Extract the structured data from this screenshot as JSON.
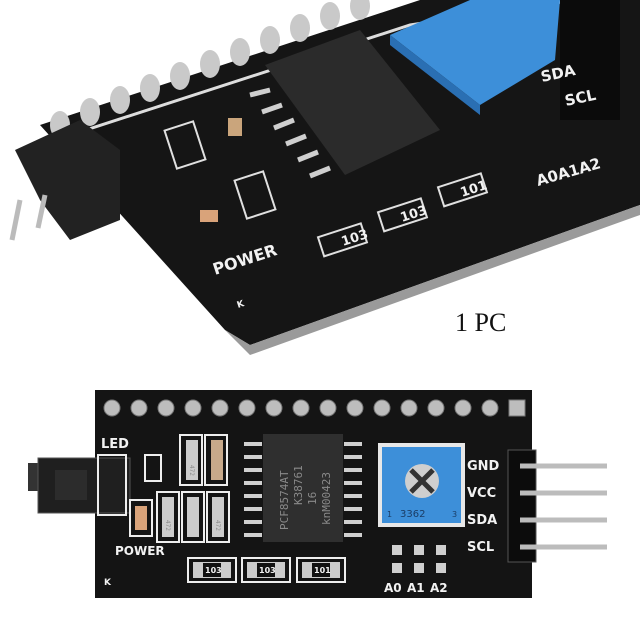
{
  "caption": {
    "quantity": "1 PC"
  },
  "board_top": {
    "labels": {
      "sda": "SDA",
      "scl": "SCL",
      "addr": "A0A1A2",
      "power": "POWER",
      "k": "K",
      "r1": "103",
      "r2": "103",
      "r3": "101"
    }
  },
  "board_bottom": {
    "labels": {
      "led": "LED",
      "power": "POWER",
      "gnd": "GND",
      "vcc": "VCC",
      "sda": "SDA",
      "scl": "SCL",
      "a0": "A0",
      "a1": "A1",
      "a2": "A2",
      "k": "K"
    },
    "chip": {
      "line1": "PCF8574AT",
      "line2": "K38761",
      "line3": "16",
      "line4": "knM00423"
    },
    "pot": {
      "model": "3362",
      "pin1": "1",
      "pin3": "3"
    },
    "resistors": [
      "103",
      "103",
      "101"
    ],
    "small_resistors": [
      "472",
      "472",
      "472"
    ]
  },
  "colors": {
    "pcb": "#141414",
    "pot": "#3d8fd9",
    "silk": "#f2f2f2",
    "pin": "#b8b8b8"
  }
}
